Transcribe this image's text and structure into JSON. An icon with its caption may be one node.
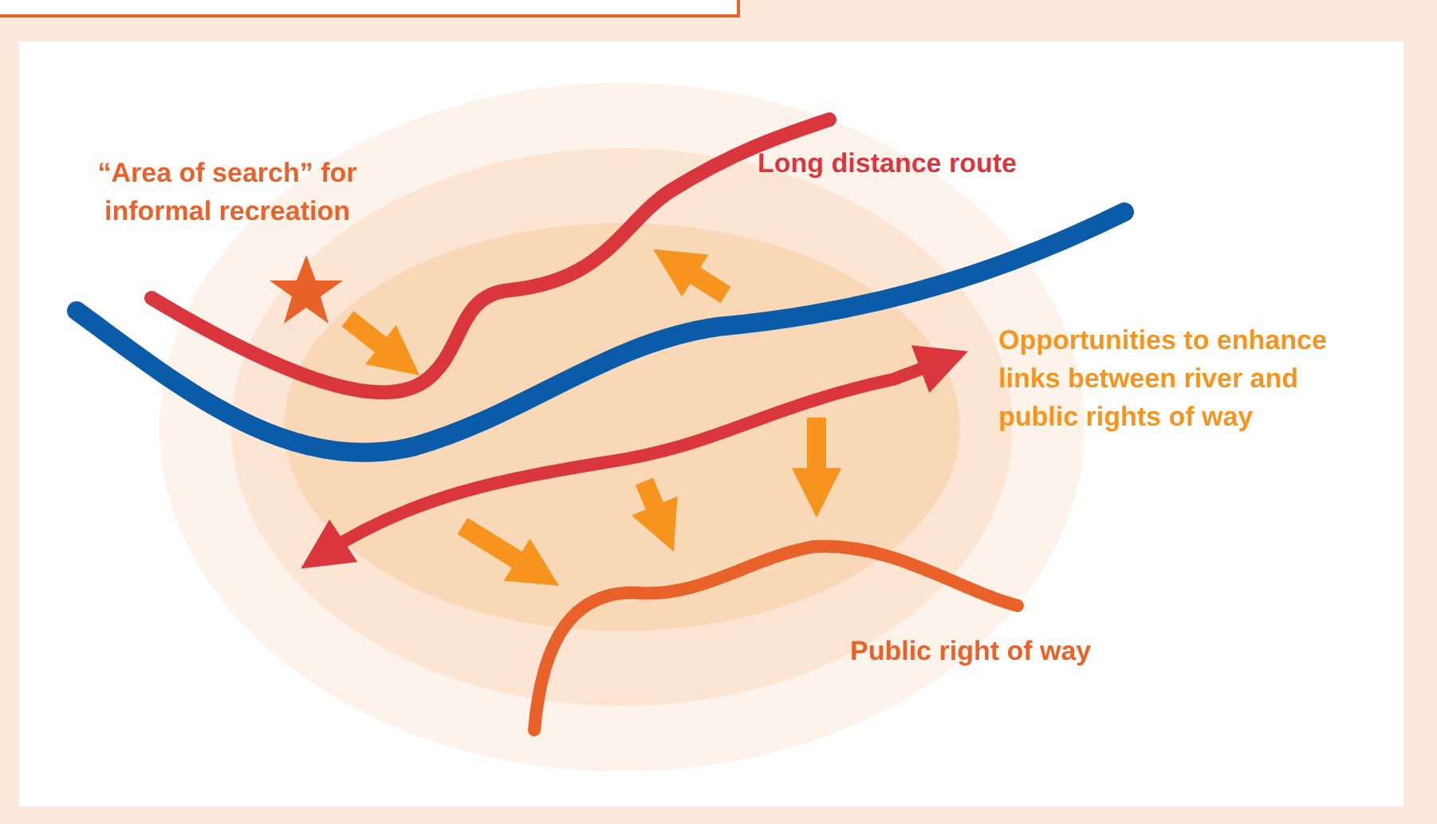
{
  "diagram": {
    "labels": [
      "“Area of search” for informal recreation",
      "Long distance route",
      "Opportunities to enhance links between river and public rights of way",
      "Public right of way"
    ]
  }
}
